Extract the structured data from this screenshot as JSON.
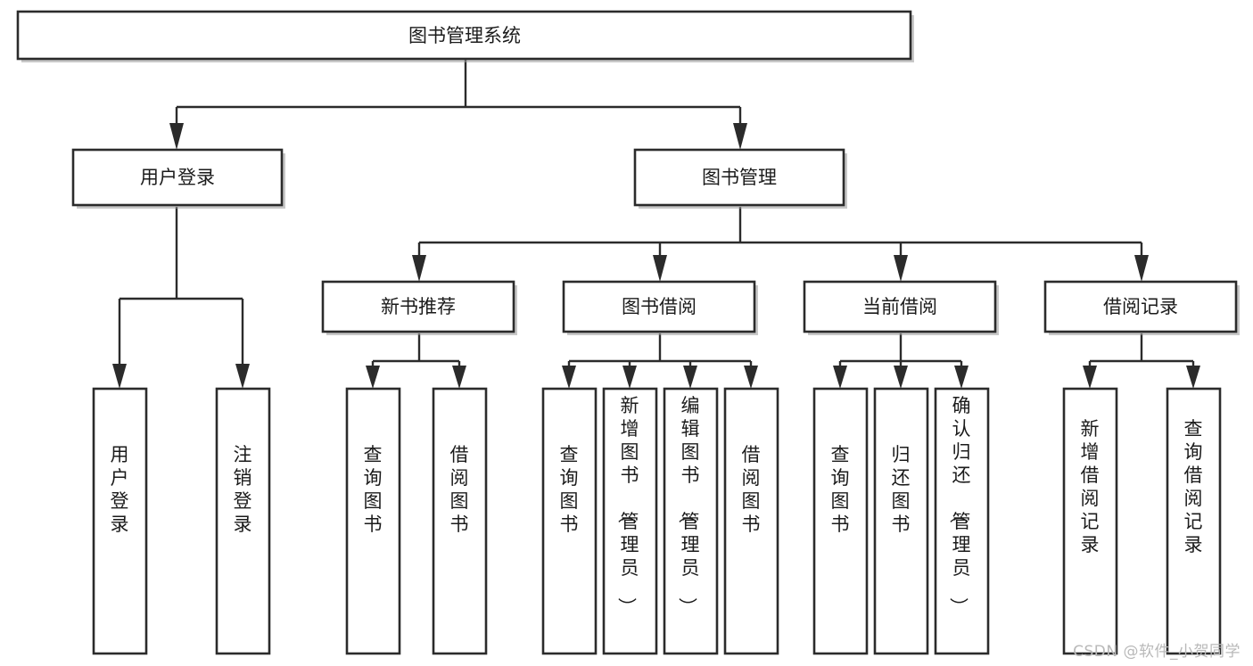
{
  "diagram": {
    "title": "图书管理系统",
    "type": "tree",
    "watermark": "CSDN @软件_小贺同学",
    "colors": {
      "box_fill": "#ffffff",
      "box_stroke": "#2b2b2b",
      "text": "#1b1b1b",
      "watermark": "#b9b9b9",
      "background": "#ffffff"
    },
    "levels": {
      "root": {
        "label": "图书管理系统"
      },
      "level2": [
        {
          "id": "user-login",
          "label": "用户登录"
        },
        {
          "id": "book-manage",
          "label": "图书管理"
        }
      ],
      "level3": [
        {
          "id": "new-book-recommend",
          "label": "新书推荐",
          "parent": "book-manage"
        },
        {
          "id": "book-borrow",
          "label": "图书借阅",
          "parent": "book-manage"
        },
        {
          "id": "current-borrow",
          "label": "当前借阅",
          "parent": "book-manage"
        },
        {
          "id": "borrow-record",
          "label": "借阅记录",
          "parent": "book-manage"
        }
      ],
      "leaves": [
        {
          "id": "leaf-user-login",
          "label": "用户登录",
          "parent": "user-login"
        },
        {
          "id": "leaf-user-logout",
          "label": "注销登录",
          "parent": "user-login"
        },
        {
          "id": "leaf-query-book-1",
          "label": "查询图书",
          "parent": "new-book-recommend"
        },
        {
          "id": "leaf-borrow-book-1",
          "label": "借阅图书",
          "parent": "new-book-recommend"
        },
        {
          "id": "leaf-query-book-2",
          "label": "查询图书",
          "parent": "book-borrow"
        },
        {
          "id": "leaf-add-book",
          "label": "新增图书（管理员）",
          "parent": "book-borrow"
        },
        {
          "id": "leaf-edit-book",
          "label": "编辑图书（管理员）",
          "parent": "book-borrow"
        },
        {
          "id": "leaf-borrow-book-2",
          "label": "借阅图书",
          "parent": "book-borrow"
        },
        {
          "id": "leaf-query-book-3",
          "label": "查询图书",
          "parent": "current-borrow"
        },
        {
          "id": "leaf-return-book",
          "label": "归还图书",
          "parent": "current-borrow"
        },
        {
          "id": "leaf-confirm-return",
          "label": "确认归还（管理员）",
          "parent": "current-borrow"
        },
        {
          "id": "leaf-add-record",
          "label": "新增借阅记录",
          "parent": "borrow-record"
        },
        {
          "id": "leaf-query-record",
          "label": "查询借阅记录",
          "parent": "borrow-record"
        }
      ]
    }
  }
}
